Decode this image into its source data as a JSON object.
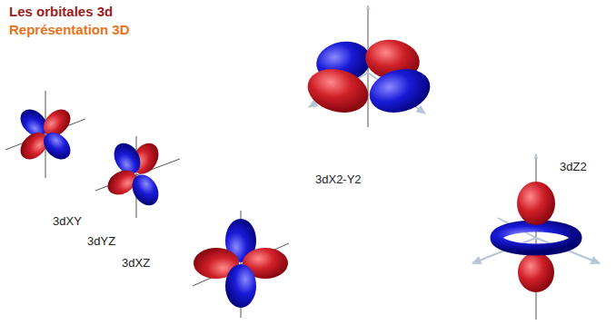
{
  "diagram": {
    "title": "Les orbitales 3d",
    "labels": [
      "Représentation 3D",
      "3dXY",
      "3dYZ",
      "3dXZ",
      "3dX2-Y2",
      "3dZ2"
    ]
  }
}
